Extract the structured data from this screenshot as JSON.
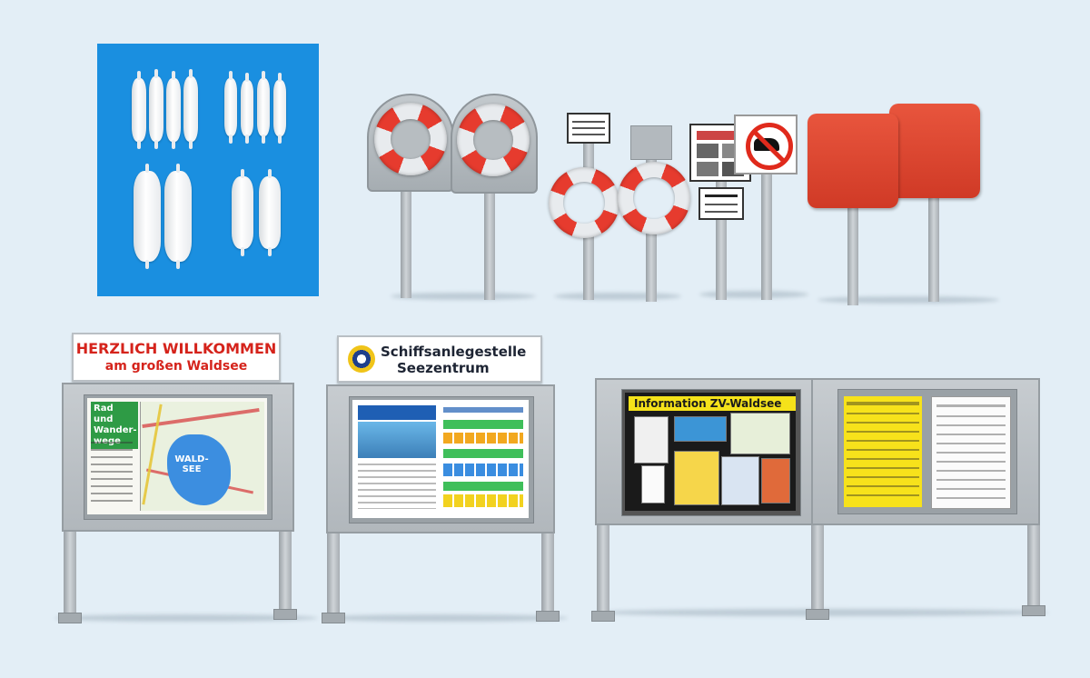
{
  "boards": {
    "welcome_line1": "HERZLICH WILLKOMMEN",
    "welcome_line2": "am großen Waldsee",
    "map_route_line1": "Rad und",
    "map_route_line2": "Wander-",
    "map_route_line3": "wege",
    "map_lake_line1": "WALD-",
    "map_lake_line2": "SEE",
    "pier_line1": "Schiffsanlegestelle",
    "pier_line2": "Seezentrum",
    "info_banner": "Information ZV-Waldsee"
  },
  "colors": {
    "background": "#e3eef6",
    "fender_panel": "#1a8fe0",
    "sign_red": "#d5231b",
    "info_yellow": "#f5e21a"
  }
}
